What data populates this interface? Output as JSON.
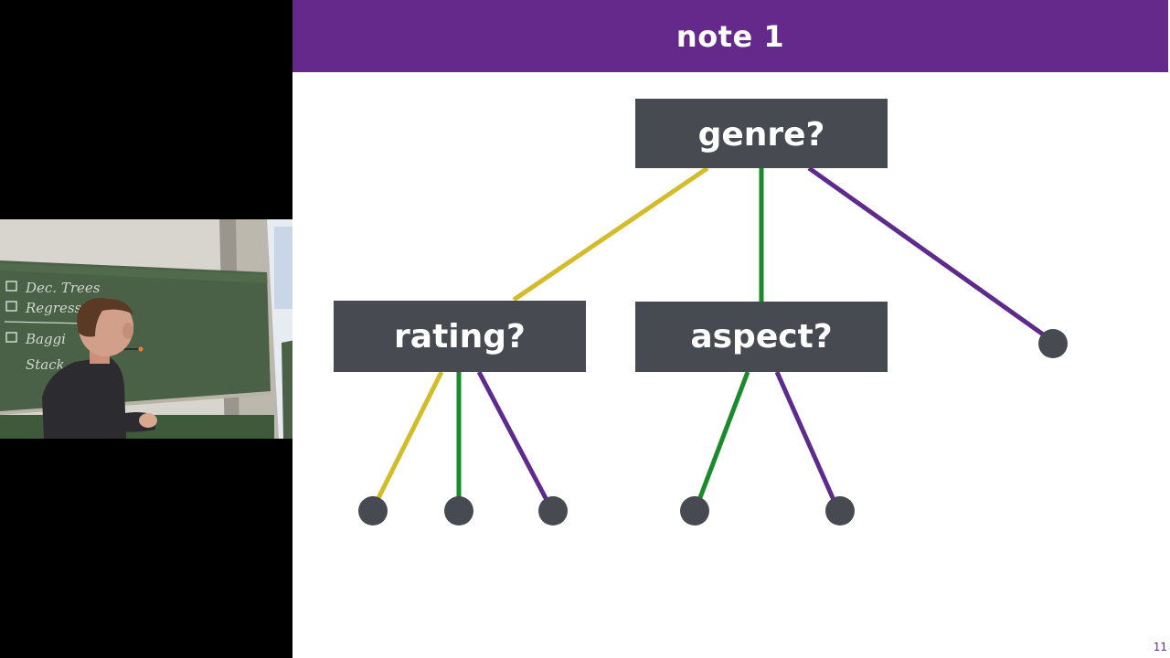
{
  "slide": {
    "title": "note 1",
    "page_number": "11",
    "colors": {
      "title_bar": "#65298b",
      "node_fill": "#474a50",
      "yellow_edge": "#d4bb2a",
      "green_edge": "#1a8b2a",
      "purple_edge": "#5f2a8e"
    }
  },
  "tree": {
    "nodes": [
      {
        "id": "genre",
        "label": "genre?",
        "kind": "box"
      },
      {
        "id": "rating",
        "label": "rating?",
        "kind": "box"
      },
      {
        "id": "aspect",
        "label": "aspect?",
        "kind": "box"
      },
      {
        "id": "leaf-genre-purple",
        "label": "",
        "kind": "leaf"
      },
      {
        "id": "leaf-rating-yellow",
        "label": "",
        "kind": "leaf"
      },
      {
        "id": "leaf-rating-green",
        "label": "",
        "kind": "leaf"
      },
      {
        "id": "leaf-rating-purple",
        "label": "",
        "kind": "leaf"
      },
      {
        "id": "leaf-aspect-green",
        "label": "",
        "kind": "leaf"
      },
      {
        "id": "leaf-aspect-purple",
        "label": "",
        "kind": "leaf"
      }
    ],
    "edges": [
      {
        "from": "genre",
        "to": "rating",
        "color": "yellow"
      },
      {
        "from": "genre",
        "to": "aspect",
        "color": "green"
      },
      {
        "from": "genre",
        "to": "leaf-genre-purple",
        "color": "purple"
      },
      {
        "from": "rating",
        "to": "leaf-rating-yellow",
        "color": "yellow"
      },
      {
        "from": "rating",
        "to": "leaf-rating-green",
        "color": "green"
      },
      {
        "from": "rating",
        "to": "leaf-rating-purple",
        "color": "purple"
      },
      {
        "from": "aspect",
        "to": "leaf-aspect-green",
        "color": "green"
      },
      {
        "from": "aspect",
        "to": "leaf-aspect-purple",
        "color": "purple"
      }
    ]
  },
  "webcam": {
    "chalkboard_lines": [
      "Dec. Trees",
      "Regressi",
      "Baggi",
      "Stack"
    ]
  }
}
